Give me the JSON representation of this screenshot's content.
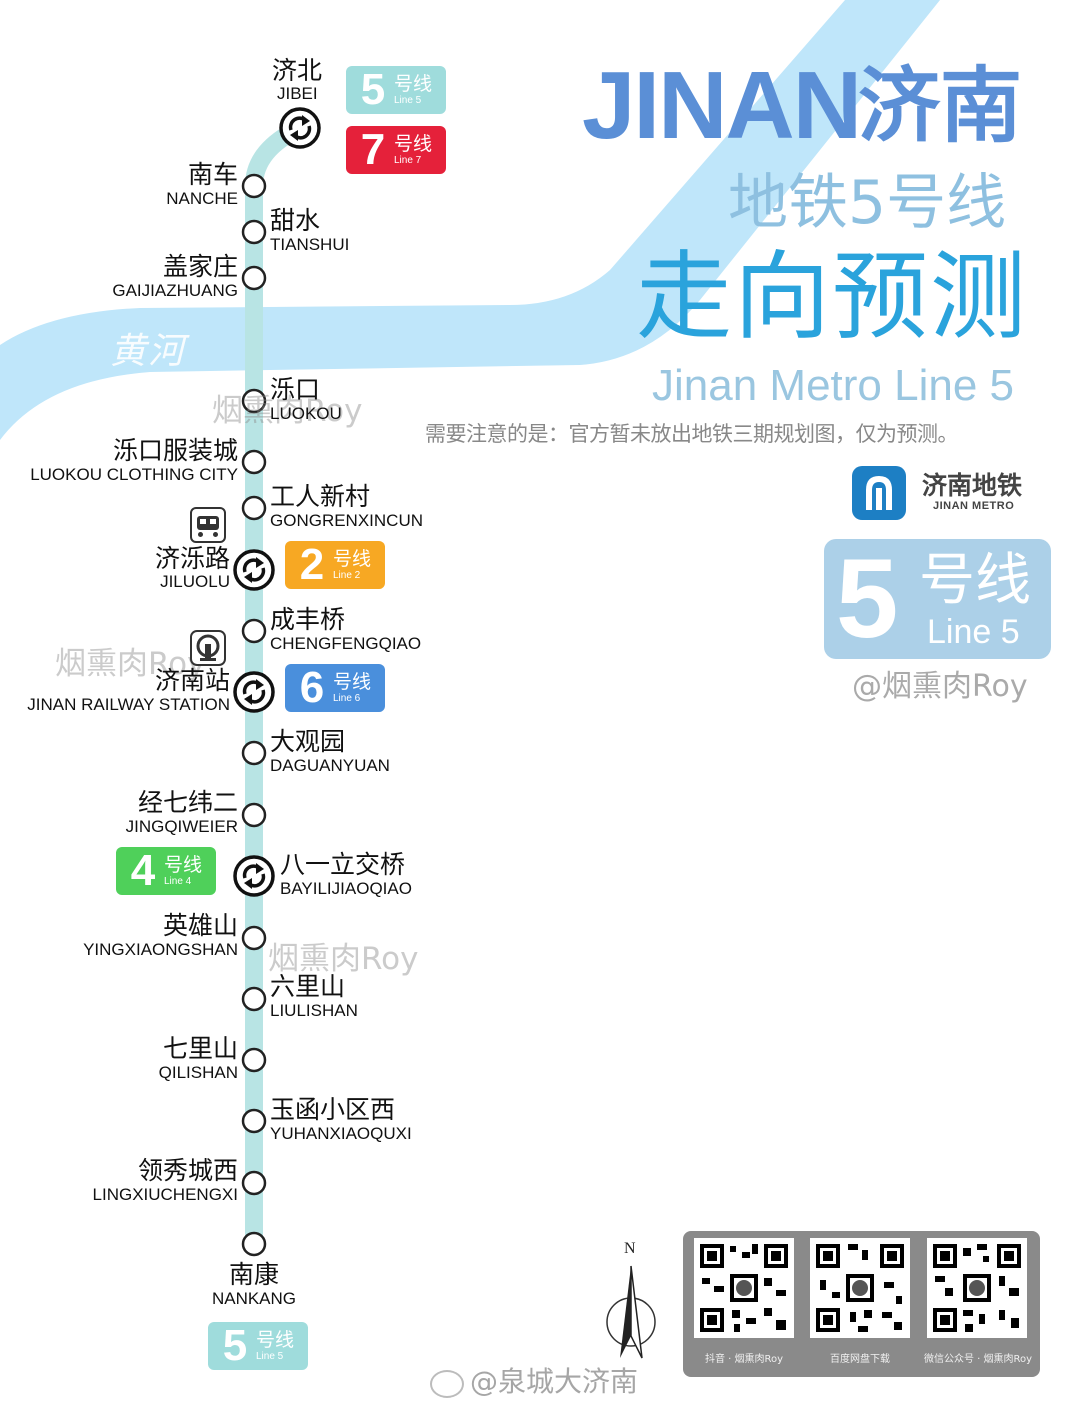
{
  "colors": {
    "line5": "#b8e4e4",
    "river": "#bfe6fa",
    "line7": "#e5213a",
    "line2": "#f7a823",
    "line6": "#4a8fdc",
    "line4": "#4fd05a",
    "line5badge": "#9fdcdc",
    "title_blue": "#5b8fd6",
    "title_cyan": "#2aa3dc",
    "title_light": "#8ec0e0"
  },
  "title": {
    "jinan_en": "JINAN",
    "jinan_cn": "济南",
    "line_cn": "地铁5号线",
    "subtitle_cn": "走向预测",
    "en": "Jinan Metro Line 5",
    "note": "需要注意的是：官方暂未放出地铁三期规划图，仅为预测。"
  },
  "logo": {
    "cn": "济南地铁",
    "en": "JINAN METRO",
    "icon": "jinan-metro-logo-icon"
  },
  "big_badge": {
    "num": "5",
    "hao": "号线",
    "en": "Line 5"
  },
  "author": "@烟熏肉Roy",
  "river_label": "黄河",
  "watermark": "烟熏肉Roy",
  "badges": {
    "line5_top": {
      "num": "5",
      "hao": "号线",
      "en": "Line 5"
    },
    "line7": {
      "num": "7",
      "hao": "号线",
      "en": "Line 7"
    },
    "line2": {
      "num": "2",
      "hao": "号线",
      "en": "Line 2"
    },
    "line6": {
      "num": "6",
      "hao": "号线",
      "en": "Line 6"
    },
    "line4": {
      "num": "4",
      "hao": "号线",
      "en": "Line 4"
    },
    "line5_bottom": {
      "num": "5",
      "hao": "号线",
      "en": "Line 5"
    }
  },
  "stations": [
    {
      "cn": "济北",
      "en": "JIBEI",
      "transfer": true
    },
    {
      "cn": "南车",
      "en": "NANCHE",
      "transfer": false
    },
    {
      "cn": "甜水",
      "en": "TIANSHUI",
      "transfer": false
    },
    {
      "cn": "盖家庄",
      "en": "GAIJIAZHUANG",
      "transfer": false
    },
    {
      "cn": "泺口",
      "en": "LUOKOU",
      "transfer": false
    },
    {
      "cn": "泺口服装城",
      "en": "LUOKOU CLOTHING CITY",
      "transfer": false
    },
    {
      "cn": "工人新村",
      "en": "GONGRENXINCUN",
      "transfer": false
    },
    {
      "cn": "济泺路",
      "en": "JILUOLU",
      "transfer": true
    },
    {
      "cn": "成丰桥",
      "en": "CHENGFENGQIAO",
      "transfer": false
    },
    {
      "cn": "济南站",
      "en": "JINAN RAILWAY STATION",
      "transfer": true
    },
    {
      "cn": "大观园",
      "en": "DAGUANYUAN",
      "transfer": false
    },
    {
      "cn": "经七纬二",
      "en": "JINGQIWEIER",
      "transfer": false
    },
    {
      "cn": "八一立交桥",
      "en": "BAYILIJIAOQIAO",
      "transfer": true
    },
    {
      "cn": "英雄山",
      "en": "YINGXIAONGSHAN",
      "transfer": false
    },
    {
      "cn": "六里山",
      "en": "LIULISHAN",
      "transfer": false
    },
    {
      "cn": "七里山",
      "en": "QILISHAN",
      "transfer": false
    },
    {
      "cn": "玉函小区西",
      "en": "YUHANXIAOQUXI",
      "transfer": false
    },
    {
      "cn": "领秀城西",
      "en": "LINGXIUCHENGXI",
      "transfer": false
    },
    {
      "cn": "南康",
      "en": "NANKANG",
      "transfer": false
    }
  ],
  "compass": {
    "label": "N"
  },
  "qr_codes": [
    {
      "caption": "抖音 · 烟熏肉Roy"
    },
    {
      "caption": "百度网盘下载"
    },
    {
      "caption": "微信公众号 · 烟熏肉Roy"
    }
  ],
  "weibo": "@泉城大济南"
}
